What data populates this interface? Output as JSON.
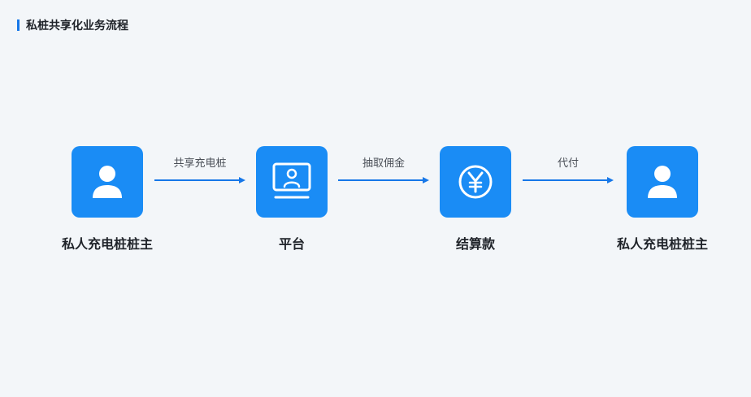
{
  "title": "私桩共享化业务流程",
  "nodes": [
    {
      "label": "私人充电桩桩主",
      "icon": "person-icon"
    },
    {
      "label": "平台",
      "icon": "monitor-user-icon"
    },
    {
      "label": "结算款",
      "icon": "yuan-coin-icon"
    },
    {
      "label": "私人充电桩桩主",
      "icon": "person-icon"
    }
  ],
  "edges": [
    {
      "label": "共享充电桩"
    },
    {
      "label": "抽取佣金"
    },
    {
      "label": "代付"
    }
  ],
  "colors": {
    "accent": "#1a8cf5",
    "arrow": "#1677e8",
    "background": "#f3f6f9"
  }
}
